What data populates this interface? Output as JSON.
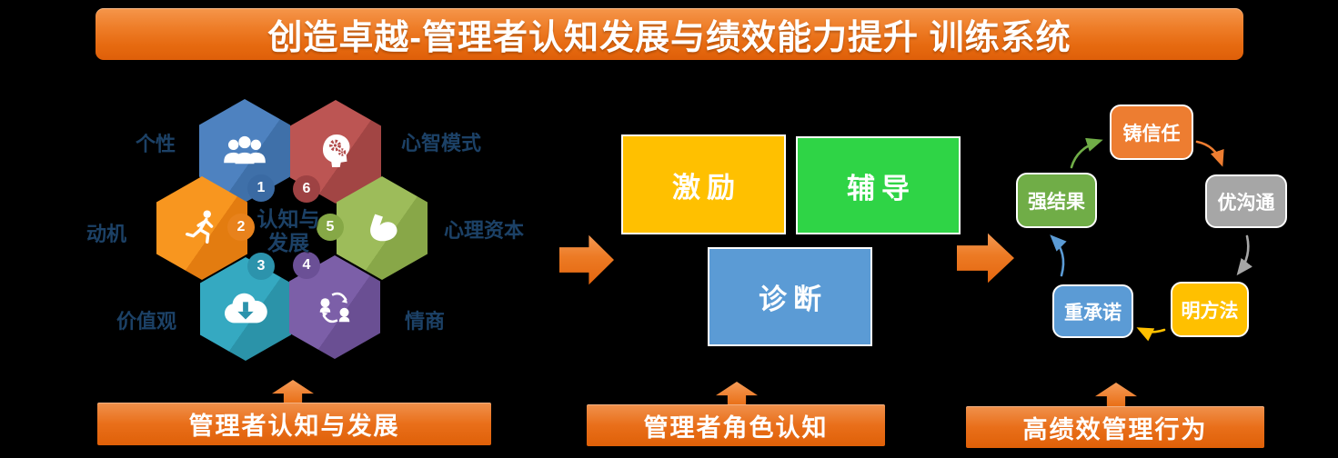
{
  "title": "创造卓越-管理者认知发展与绩效能力提升  训练系统",
  "left_section": {
    "center": {
      "line1": "认知与",
      "line2": "发展"
    },
    "hexagons": [
      {
        "number": "1",
        "label": "个性",
        "icon": "people-group-icon",
        "color": "#4E82C0"
      },
      {
        "number": "2",
        "label": "动机",
        "icon": "runner-icon",
        "color": "#F8961F"
      },
      {
        "number": "3",
        "label": "价值观",
        "icon": "cloud-download-icon",
        "color": "#35A9C1"
      },
      {
        "number": "4",
        "label": "情商",
        "icon": "exchange-heads-icon",
        "color": "#7C5FA8"
      },
      {
        "number": "5",
        "label": "心理资本",
        "icon": "bicep-icon",
        "color": "#9DBC5A"
      },
      {
        "number": "6",
        "label": "心智模式",
        "icon": "head-gears-icon",
        "color": "#BC5553"
      }
    ],
    "caption": "管理者认知与发展"
  },
  "middle_section": {
    "boxes": [
      {
        "label": "激励",
        "color": "#FFC000"
      },
      {
        "label": "辅导",
        "color": "#2FD446"
      },
      {
        "label": "诊断",
        "color": "#5B9BD5"
      }
    ],
    "caption": "管理者角色认知"
  },
  "right_section": {
    "cycle": [
      {
        "label": "铸信任",
        "color": "#ED7D31"
      },
      {
        "label": "优沟通",
        "color": "#A6A6A6"
      },
      {
        "label": "明方法",
        "color": "#FFC000"
      },
      {
        "label": "重承诺",
        "color": "#5B9BD5"
      },
      {
        "label": "强结果",
        "color": "#70AD47"
      }
    ],
    "caption": "高绩效管理行为"
  }
}
